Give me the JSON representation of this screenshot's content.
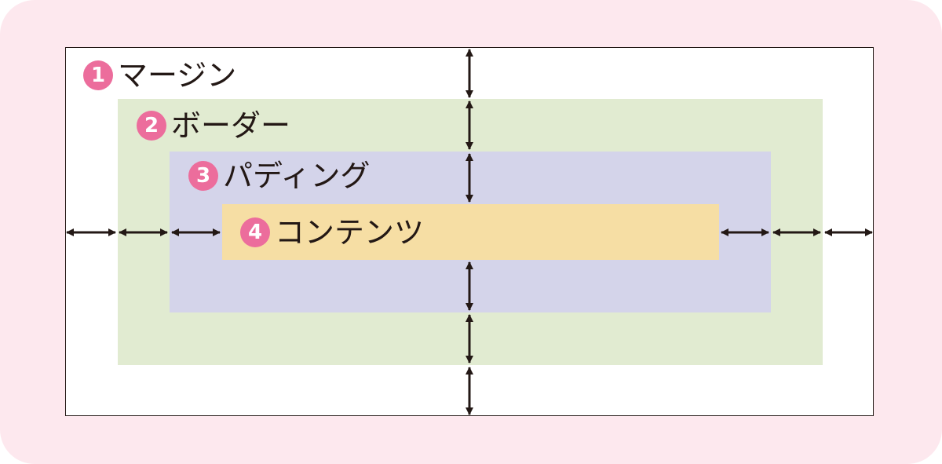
{
  "colors": {
    "background": "#fde8ee",
    "margin_area": "#ffffff",
    "border_area": "#e1ebd1",
    "padding_area": "#d4d4ea",
    "content_area": "#f6dea4",
    "badge": "#ec6d9c",
    "arrow": "#231815"
  },
  "labels": [
    {
      "number": "1",
      "text": "マージン"
    },
    {
      "number": "2",
      "text": "ボーダー"
    },
    {
      "number": "3",
      "text": "パディング"
    },
    {
      "number": "4",
      "text": "コンテンツ"
    }
  ]
}
